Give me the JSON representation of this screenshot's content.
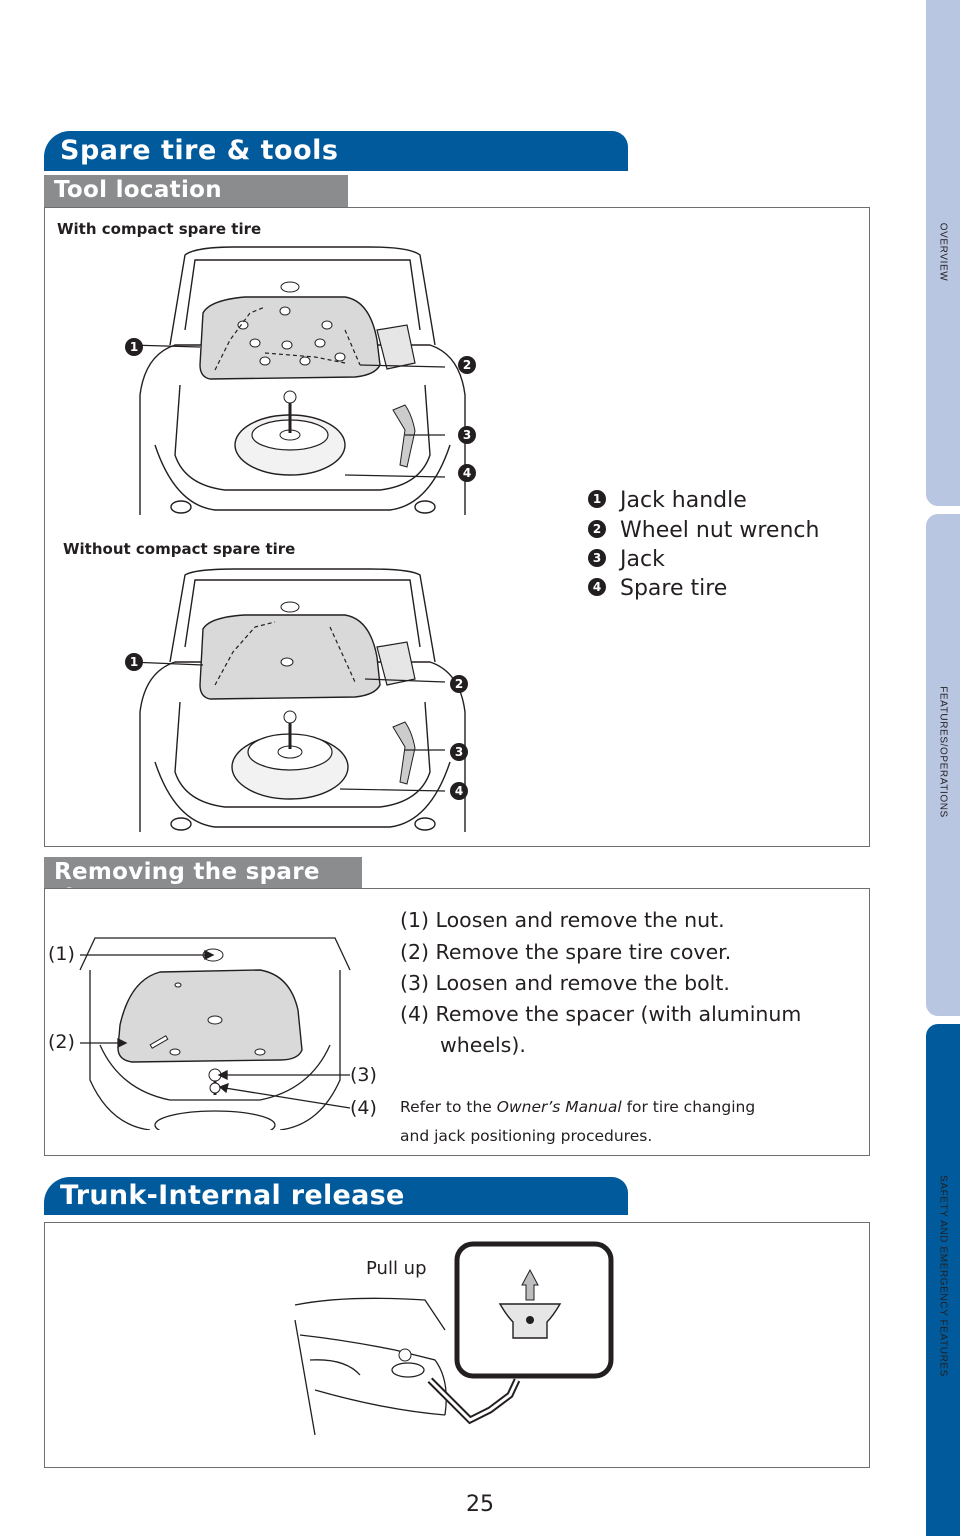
{
  "side_tabs": [
    {
      "label": "OVERVIEW",
      "active": false
    },
    {
      "label": "FEATURES/OPERATIONS",
      "active": false
    },
    {
      "label": "SAFETY AND EMERGENCY FEATURES",
      "active": true
    }
  ],
  "section_title": "Spare tire & tools",
  "tool_location": {
    "heading": "Tool location",
    "caption_with": "With compact spare tire",
    "caption_without": "Without compact spare tire",
    "legend": [
      {
        "num": "1",
        "label": "Jack handle"
      },
      {
        "num": "2",
        "label": "Wheel nut wrench"
      },
      {
        "num": "3",
        "label": "Jack"
      },
      {
        "num": "4",
        "label": "Spare tire"
      }
    ]
  },
  "removing": {
    "heading": "Removing the spare tire",
    "steps": [
      "(1) Loosen and remove the nut.",
      "(2) Remove the spare tire cover.",
      "(3) Loosen and remove the bolt.",
      "(4) Remove the spacer (with aluminum",
      "wheels)."
    ],
    "callouts": [
      "(1)",
      "(2)",
      "(3)",
      "(4)"
    ],
    "note_prefix": "Refer to the ",
    "note_italic": "Owner’s Manual",
    "note_suffix": " for tire changing",
    "note_line2": "and jack positioning procedures."
  },
  "trunk": {
    "heading": "Trunk-Internal release",
    "pull_label": "Pull up"
  },
  "page_number": "25",
  "colors": {
    "header_blue": "#005a9c",
    "header_grey": "#8a8c8e",
    "tab_light": "#b9c6e1",
    "tab_active": "#005a9c"
  }
}
